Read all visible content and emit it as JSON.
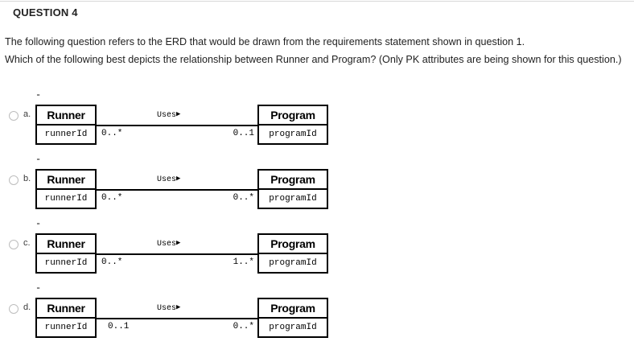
{
  "header": {
    "question_title": "QUESTION 4"
  },
  "prompt": {
    "line1": "The following question refers to the ERD that would be drawn from the requirements statement shown in question 1.",
    "line2": "Which of the following best depicts the relationship between Runner and Program? (Only PK attributes are being shown for this question.)"
  },
  "diagram_common": {
    "dash_mark": "-",
    "left_entity_name": "Runner",
    "left_entity_attribute": "runnerId",
    "right_entity_name": "Program",
    "right_entity_attribute": "programId",
    "relationship_label": "Uses",
    "relationship_arrow": "▶"
  },
  "options": [
    {
      "letter": "a.",
      "left_multiplicity": "0..*",
      "right_multiplicity": "0..1",
      "left_mult_wide": false
    },
    {
      "letter": "b.",
      "left_multiplicity": "0..*",
      "right_multiplicity": "0..*",
      "left_mult_wide": false
    },
    {
      "letter": "c.",
      "left_multiplicity": "0..*",
      "right_multiplicity": "1..*",
      "left_mult_wide": false
    },
    {
      "letter": "d.",
      "left_multiplicity": "0..1",
      "right_multiplicity": "0..*",
      "left_mult_wide": true
    }
  ],
  "colors": {
    "text": "#1c1c1c",
    "rule": "#d7d7d7",
    "radio_border": "#bdbdbd",
    "diagram_stroke": "#000000"
  }
}
